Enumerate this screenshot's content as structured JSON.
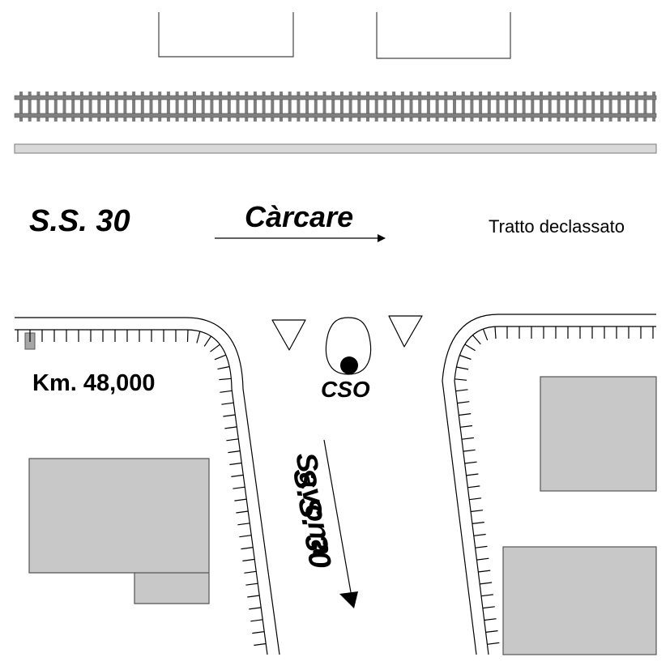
{
  "labels": {
    "road_top": "S.S. 30",
    "direction_top": "Càrcare",
    "note": "Tratto declassato",
    "km": "Km. 48,000",
    "station": "CSO",
    "direction_bottom": "Savona",
    "road_bottom": "S.S. 30"
  },
  "colors": {
    "line": "#000000",
    "rail": "#808080",
    "building": "#c8c8c8",
    "road_band": "#d9d9d9",
    "background": "#ffffff"
  }
}
